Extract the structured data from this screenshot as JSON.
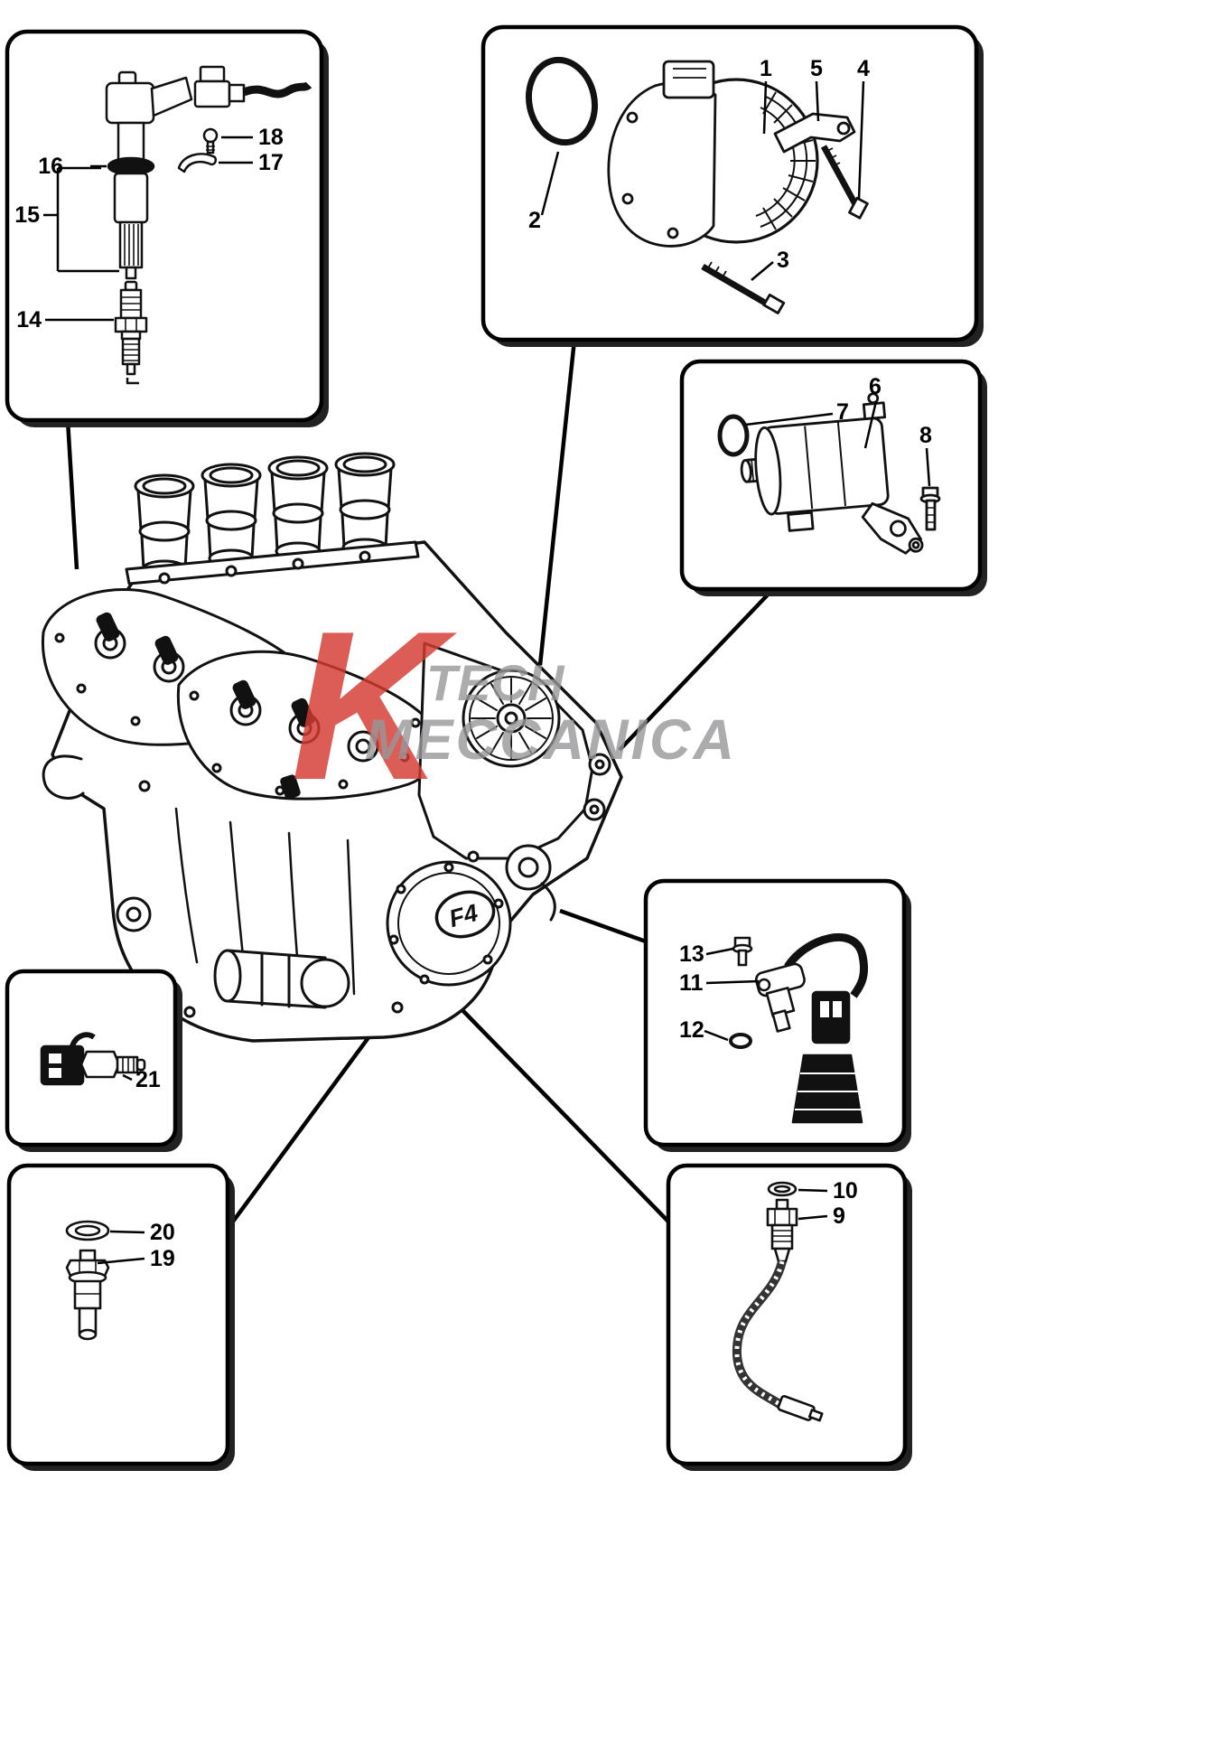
{
  "colors": {
    "watermark_red": "#d43a30",
    "watermark_gray": "#98989a",
    "line": "#000000",
    "background": "#ffffff"
  },
  "watermark": {
    "letter": "K",
    "line1": "TECH",
    "line2": "MECCANICA"
  },
  "engine_badge": "F4",
  "callouts": {
    "c1": "1",
    "c2": "2",
    "c3": "3",
    "c4": "4",
    "c5": "5",
    "c6": "6",
    "c7": "7",
    "c8": "8",
    "c9": "9",
    "c10": "10",
    "c11": "11",
    "c12": "12",
    "c13": "13",
    "c14": "14",
    "c15": "15",
    "c16": "16",
    "c17": "17",
    "c18": "18",
    "c19": "19",
    "c20": "20",
    "c21": "21"
  }
}
